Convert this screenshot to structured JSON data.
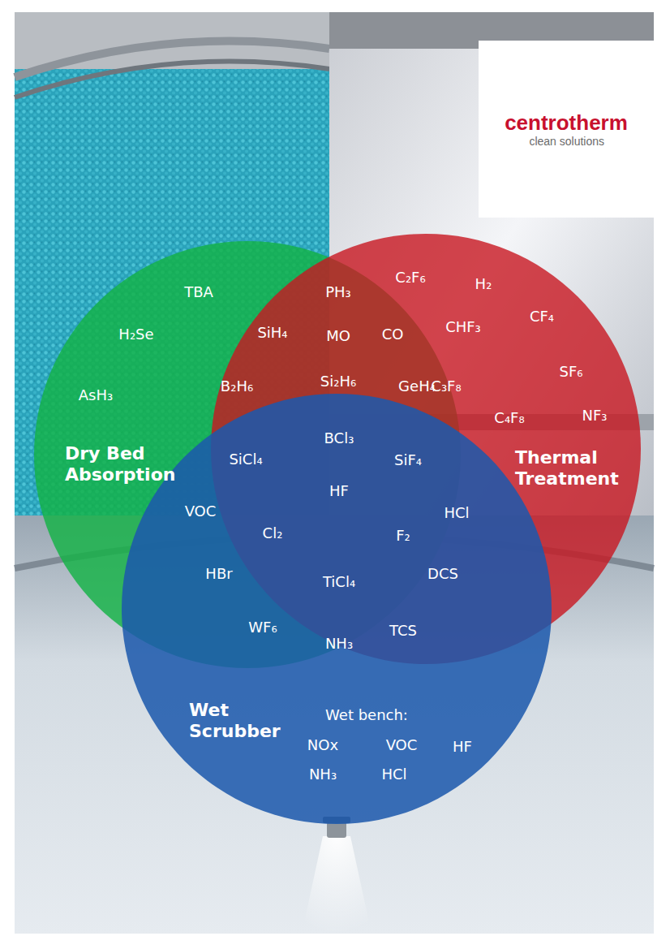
{
  "diagram": {
    "nodes": [
      {
        "text": [
          "centrotherm",
          "clean solutions"
        ]
      },
      {
        "text": [
          "Dry Bed Absorption"
        ]
      },
      {
        "text": [
          "Thermal Treatment"
        ]
      },
      {
        "text": [
          "Wet Scrubber"
        ]
      }
    ],
    "labels": [
      "TBA",
      "H₂Se",
      "AsH₃",
      "C₂F₆",
      "PH₃",
      "H₂",
      "SiH₄",
      "MO",
      "CO",
      "CHF₃",
      "CF₄",
      "B₂H₆",
      "Si₂H₆",
      "GeH₄",
      "C₃F₈",
      "SF₆",
      "C₄F₈",
      "NF₃",
      "BCl₃",
      "SiCl₄",
      "SiF₄",
      "HF",
      "HCl",
      "VOC",
      "Cl₂",
      "F₂",
      "HBr",
      "TiCl₄",
      "DCS",
      "WF₆",
      "TCS",
      "NH₃",
      "Wet bench:",
      "NOx",
      "VOC",
      "HF",
      "NH₃",
      "HCl"
    ]
  }
}
